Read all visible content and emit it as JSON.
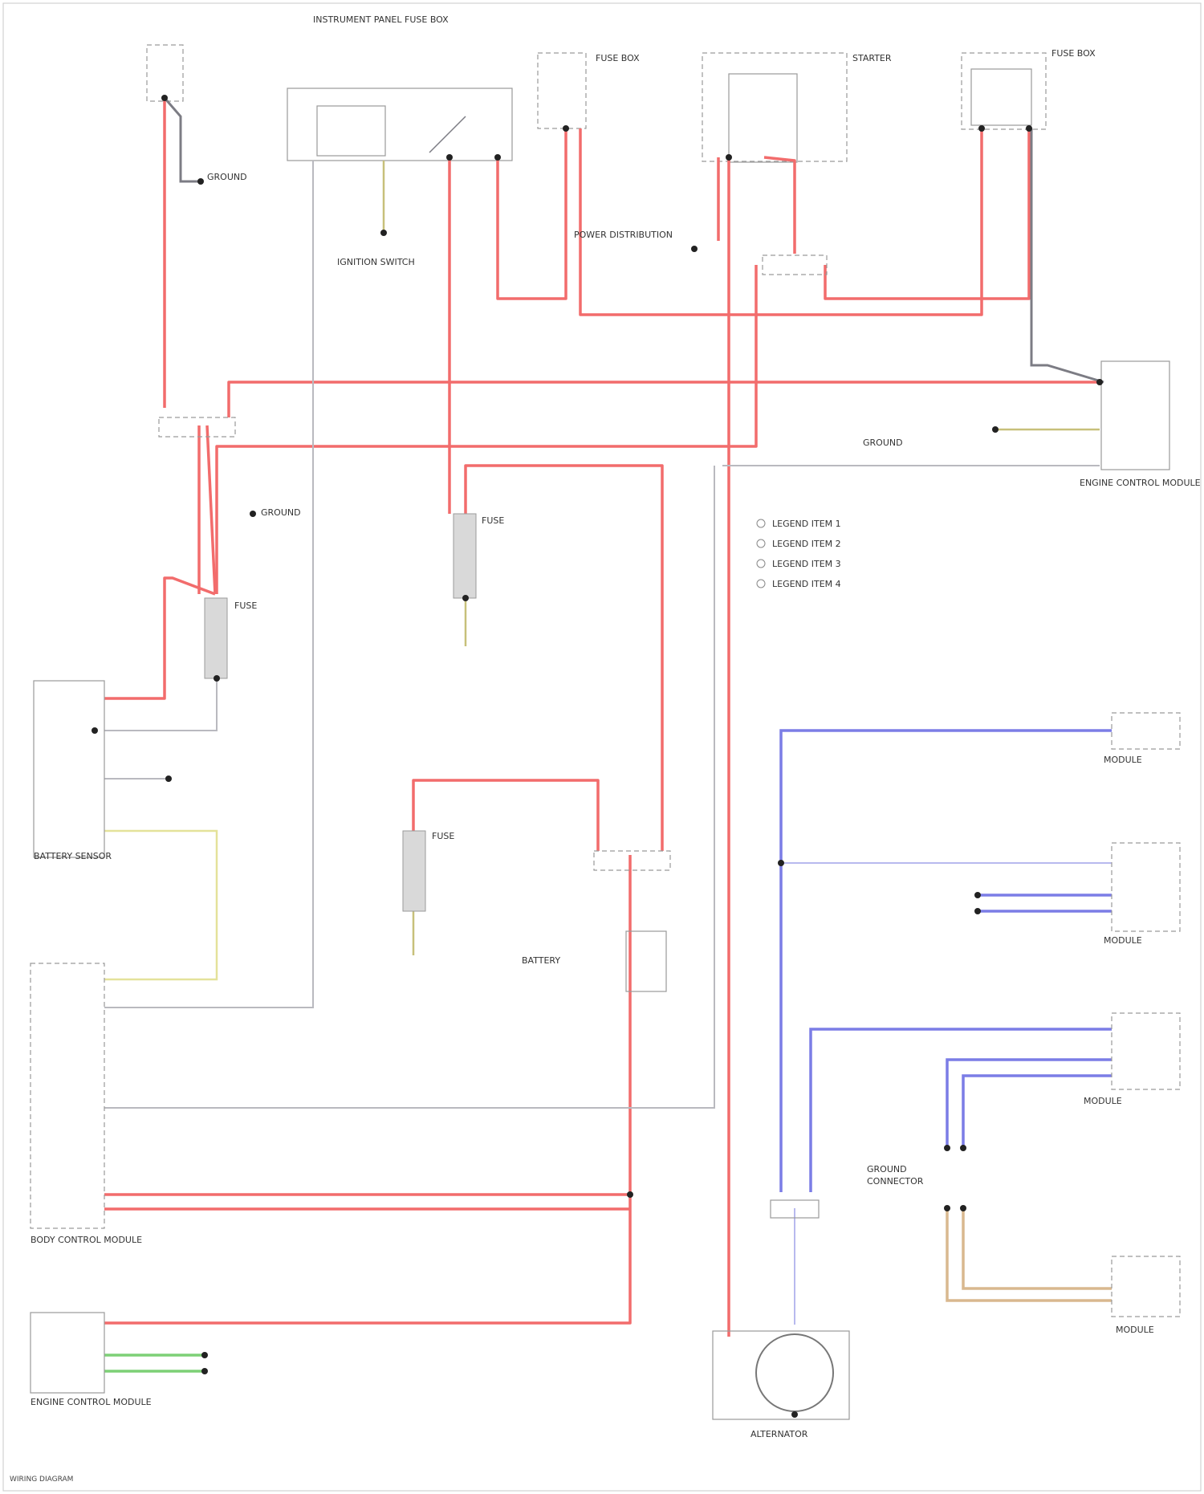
{
  "diagram": {
    "labels": {
      "main_relay_box": "INSTRUMENT PANEL FUSE BOX",
      "top_left_ground": "GROUND",
      "top_center_box": "FUSE BOX",
      "top_starter": "STARTER",
      "top_right_box": "FUSE BOX",
      "left_ground_junction": "GROUND",
      "power_distribution": "POWER DISTRIBUTION",
      "ground_center": "GROUND",
      "ignition_text": "IGNITION SWITCH",
      "right_center_module": "ENGINE CONTROL MODULE",
      "fuse_left": "FUSE",
      "fuse_center": "FUSE",
      "fuse_lower": "FUSE",
      "battery_sensor": "BATTERY SENSOR",
      "body_control": "BODY CONTROL MODULE",
      "engine_control_left": "ENGINE CONTROL MODULE",
      "battery_box": "BATTERY",
      "alternator": "ALTERNATOR",
      "right_module_1": "MODULE",
      "right_module_2": "MODULE",
      "right_module_3": "MODULE",
      "right_module_4": "MODULE",
      "ground_right": "GROUND",
      "connector_right": "CONNECTOR",
      "footer": "WIRING DIAGRAM"
    },
    "legend": [
      "LEGEND ITEM 1",
      "LEGEND ITEM 2",
      "LEGEND ITEM 3",
      "LEGEND ITEM 4"
    ],
    "colors": {
      "red_wire": "#f26c6c",
      "blue_wire": "#7b7de6",
      "gray_wire": "#b9b9bf",
      "green_wire": "#7dd076",
      "yellow_wire": "#e4e29a",
      "tan_wire": "#d9b88f"
    }
  }
}
